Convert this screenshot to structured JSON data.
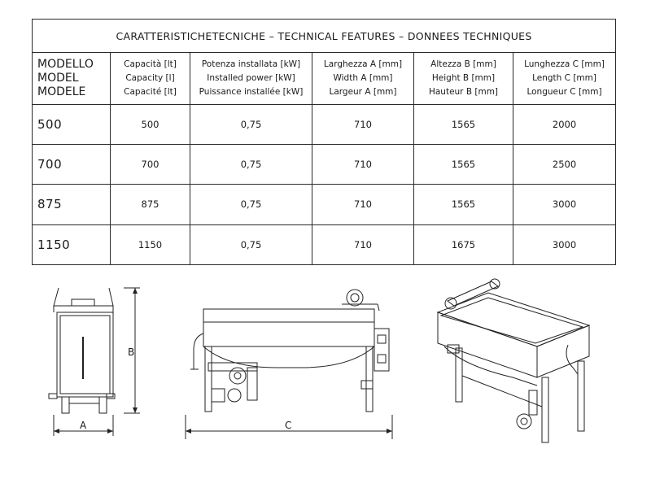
{
  "title": "CARATTERISTICHETECNICHE –   TECHNICAL FEATURES   – DONNEES TECHNIQUES",
  "headers": {
    "model": [
      "MODELLO",
      "MODEL",
      "MODELE"
    ],
    "capacity": [
      "Capacità [lt]",
      "Capacity [l]",
      "Capacité [lt]"
    ],
    "power": [
      "Potenza installata [kW]",
      "Installed power [kW]",
      "Puissance installée [kW]"
    ],
    "width": [
      "Larghezza A [mm]",
      "Width A [mm]",
      "Largeur A [mm]"
    ],
    "height": [
      "Altezza B [mm]",
      "Height B [mm]",
      "Hauteur B [mm]"
    ],
    "length": [
      "Lunghezza C [mm]",
      "Length C [mm]",
      "Longueur C [mm]"
    ]
  },
  "rows": [
    {
      "model": "500",
      "capacity": "500",
      "power": "0,75",
      "width": "710",
      "height": "1565",
      "length": "2000"
    },
    {
      "model": "700",
      "capacity": "700",
      "power": "0,75",
      "width": "710",
      "height": "1565",
      "length": "2500"
    },
    {
      "model": "875",
      "capacity": "875",
      "power": "0,75",
      "width": "710",
      "height": "1565",
      "length": "3000"
    },
    {
      "model": "1150",
      "capacity": "1150",
      "power": "0,75",
      "width": "710",
      "height": "1675",
      "length": "3000"
    }
  ],
  "drawings": {
    "dim_a": "A",
    "dim_b": "B",
    "dim_c": "C"
  }
}
